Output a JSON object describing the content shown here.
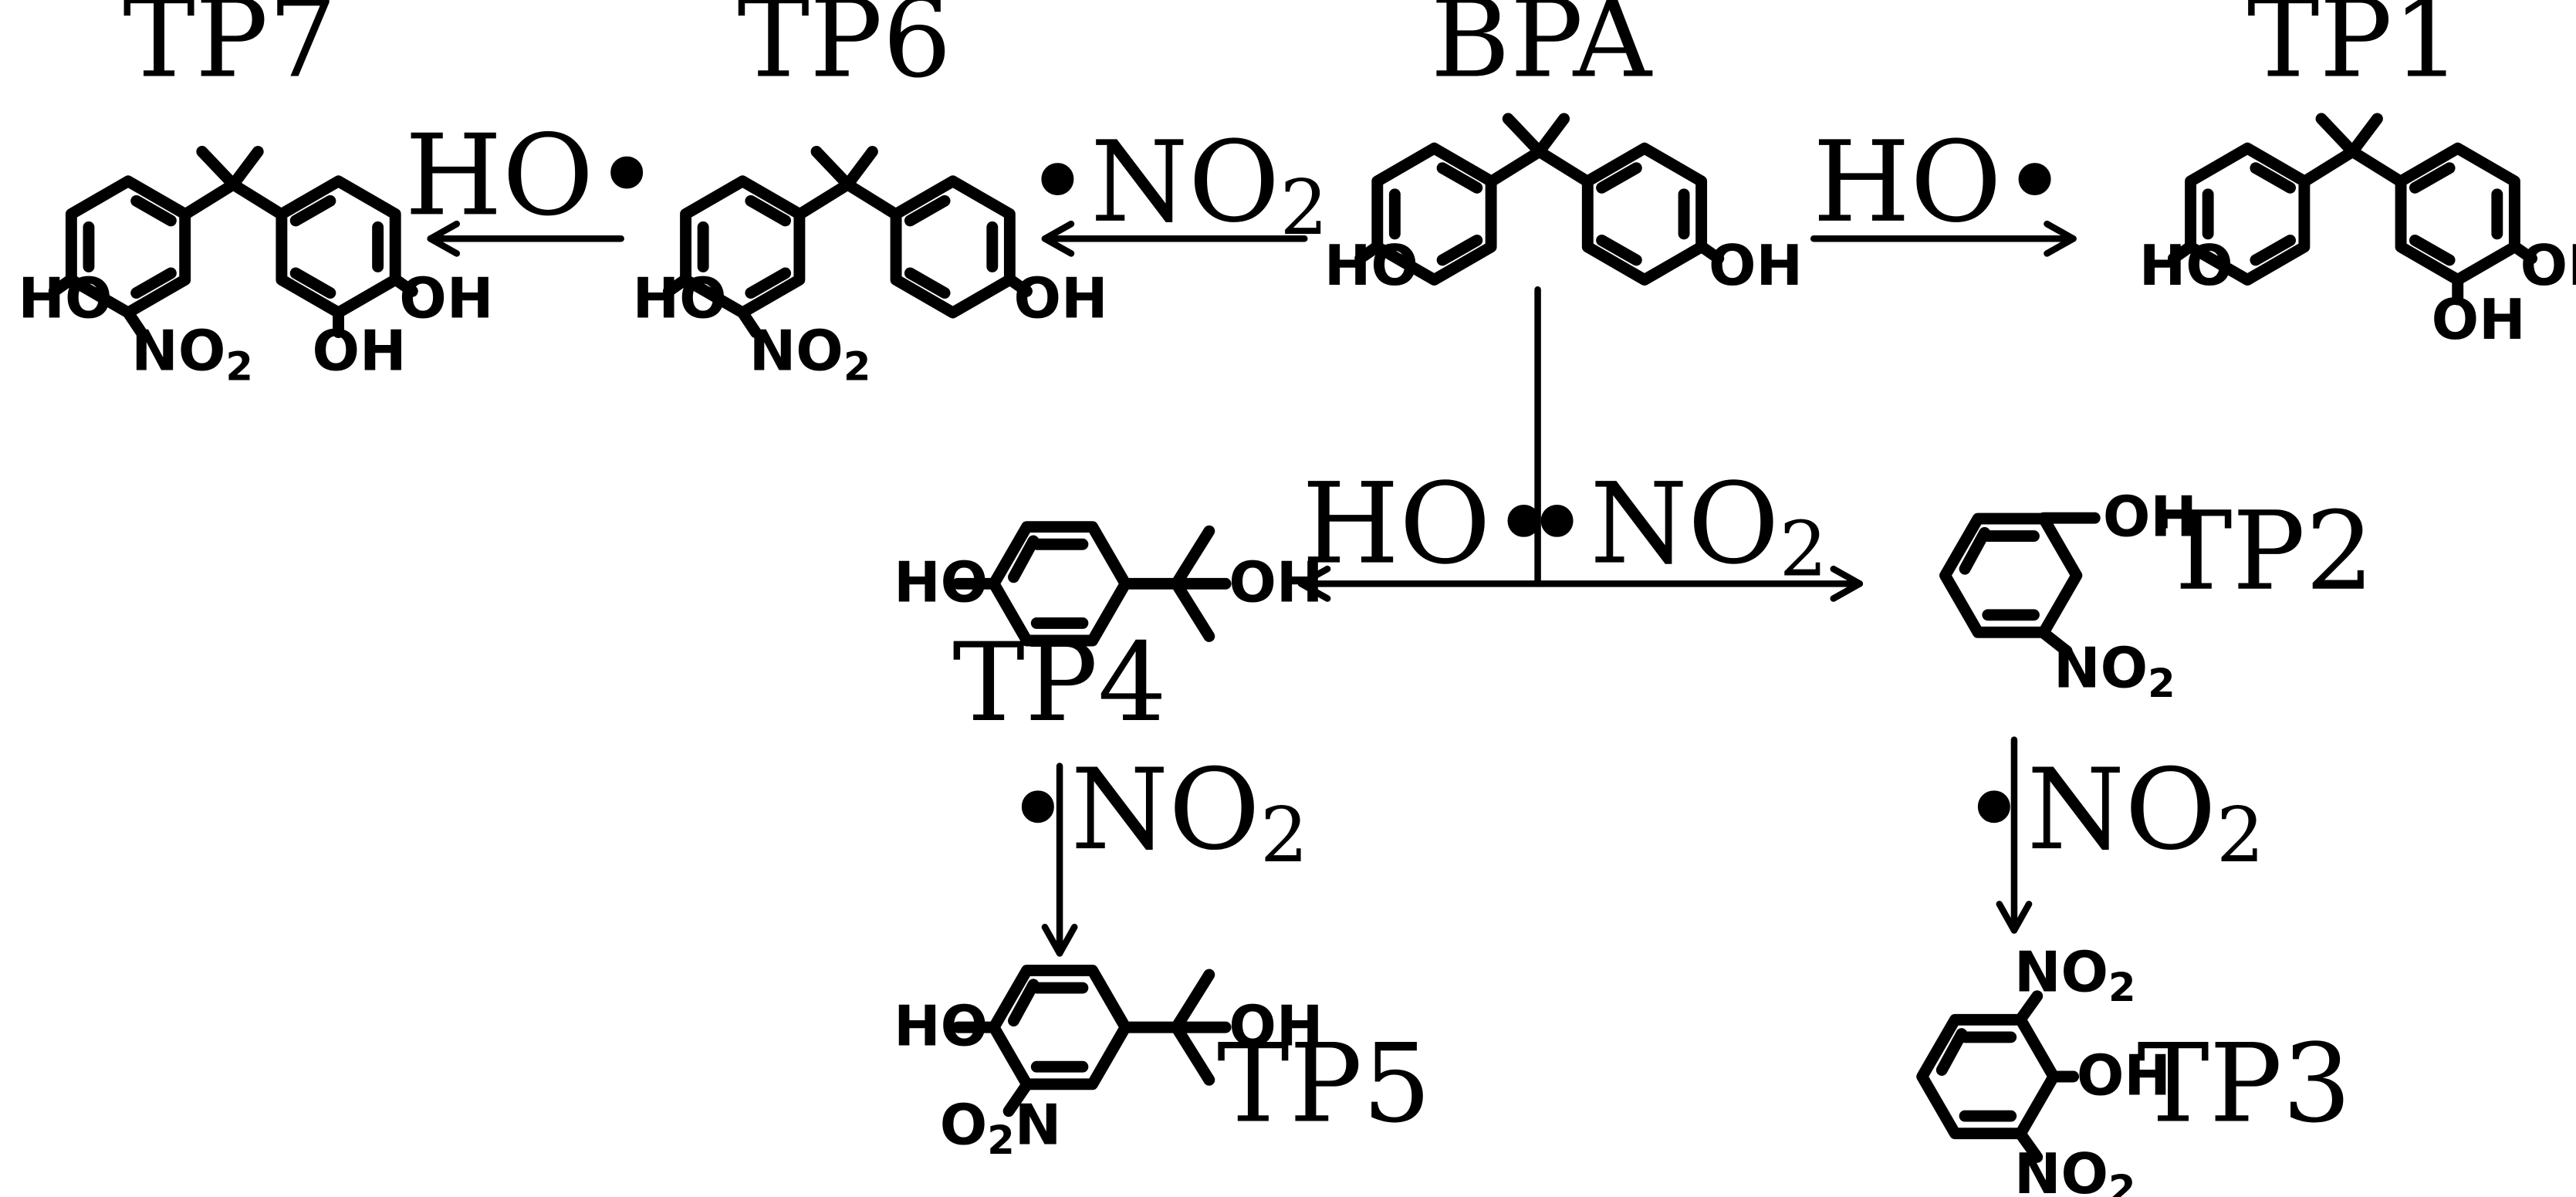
{
  "compounds": {
    "bpa": "BPA",
    "tp1": "TP1",
    "tp2": "TP2",
    "tp3": "TP3",
    "tp4": "TP4",
    "tp5": "TP5",
    "tp6": "TP6",
    "tp7": "TP7"
  },
  "reagents": {
    "hydroxyl": "HO•",
    "nitro_dot": "•",
    "nitro_base": "NO",
    "nitro_sub": "2"
  },
  "atoms": {
    "oh": "OH",
    "ho": "HO",
    "no": "NO",
    "on": "O",
    "n": "N",
    "sub2": "2"
  }
}
